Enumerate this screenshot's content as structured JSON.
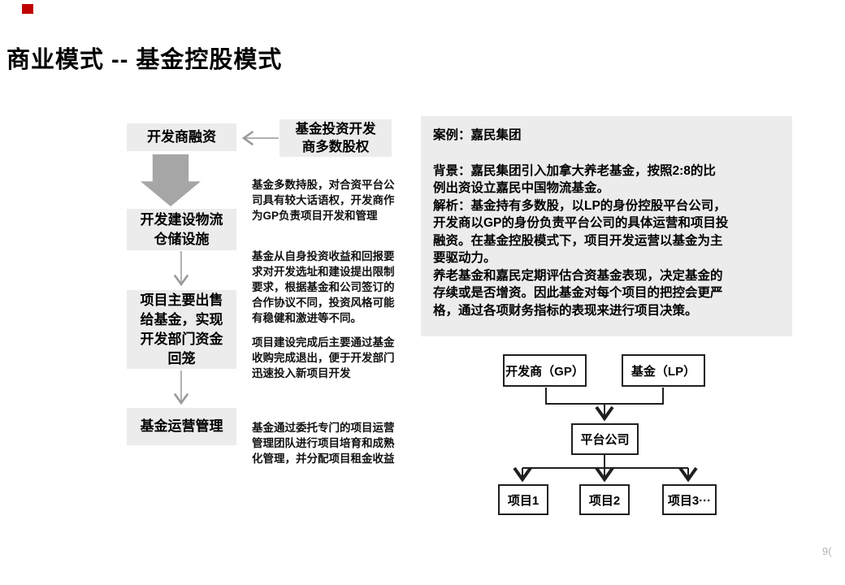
{
  "slide": {
    "title": "商业模式 -- 基金控股模式",
    "page_number": "9(",
    "colors": {
      "accent_red": "#c00000",
      "box_gray": "#ececec",
      "block_arrow_gray": "#a6a6a6",
      "thin_arrow_gray": "#999999",
      "org_line_black": "#1f1f1f"
    }
  },
  "flowchart": {
    "steps": [
      {
        "label": "开发商融资"
      },
      {
        "label": "开发建设物流\n仓储设施"
      },
      {
        "label": "项目主要出售\n给基金，实现\n开发部门资金\n回笼"
      },
      {
        "label": "基金运营管理"
      }
    ],
    "side_input": {
      "label": "基金投资开发\n商多数股权"
    },
    "notes": [
      {
        "text": "基金多数持股，对合资平台公\n司具有较大话语权，开发商作\n为GP负责项目开发和管理"
      },
      {
        "text": "基金从自身投资收益和回报要\n求对开发选址和建设提出限制\n要求，根据基金和公司签订的\n合作协议不同，投资风格可能\n有稳健和激进等不同。"
      },
      {
        "text": "项目建设完成后主要通过基金\n收购完成退出，便于开发部门\n迅速投入新项目开发"
      },
      {
        "text": "基金通过委托专门的项目运营\n管理团队进行项目培育和成熟\n化管理，并分配项目租金收益"
      }
    ]
  },
  "case_panel": {
    "title": "案例：嘉民集团",
    "body": "背景：嘉民集团引入加拿大养老基金，按照2:8的比\n例出资设立嘉民中国物流基金。\n解析：基金持有多数股，以LP的身份控股平台公司，\n开发商以GP的身份负责平台公司的具体运营和项目投\n融资。在基金控股模式下，项目开发运营以基金为主\n要驱动力。\n养老基金和嘉民定期评估合资基金表现，决定基金的\n存续或是否增资。因此基金对每个项目的把控会更严\n格，通过各项财务指标的表现来进行项目决策。"
  },
  "org_chart": {
    "developer": "开发商（GP）",
    "fund": "基金（LP）",
    "platform": "平台公司",
    "projects": [
      "项目1",
      "项目2",
      "项目3···"
    ]
  }
}
